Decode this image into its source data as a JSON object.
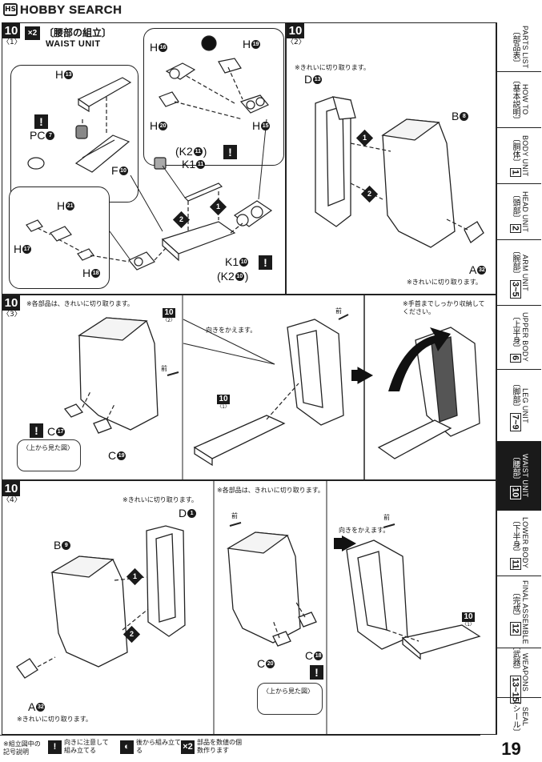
{
  "watermark": {
    "logo_mark": "HS",
    "text": "HOBBY SEARCH"
  },
  "steps": {
    "s1": {
      "number": "10",
      "sub": "〈1〉",
      "multiplier": "×2",
      "title_jp": "〔腰部の組立〕",
      "title_en": "WAIST UNIT",
      "parts": {
        "h13": {
          "letter": "H",
          "num": "13"
        },
        "pc7": {
          "letter": "PC",
          "num": "7"
        },
        "f10": {
          "letter": "F",
          "num": "10"
        },
        "h16": {
          "letter": "H",
          "num": "16"
        },
        "h19": {
          "letter": "H",
          "num": "19"
        },
        "h20": {
          "letter": "H",
          "num": "20"
        },
        "h15": {
          "letter": "H",
          "num": "15"
        },
        "k2_11": {
          "letter": "(K2",
          "num": "11",
          "close": ")"
        },
        "k1_11": {
          "letter": "K1",
          "num": "11"
        },
        "h21": {
          "letter": "H",
          "num": "21"
        },
        "h17": {
          "letter": "H",
          "num": "17"
        },
        "h18": {
          "letter": "H",
          "num": "18"
        },
        "k1_10": {
          "letter": "K1",
          "num": "10"
        },
        "k2_10": {
          "letter": "(K2",
          "num": "10",
          "close": ")"
        }
      },
      "arrows": [
        "1",
        "2"
      ],
      "warn": "!"
    },
    "s2": {
      "number": "10",
      "sub": "〈2〉",
      "note_top": "※きれいに切り取ります。",
      "note_bottom": "※きれいに切り取ります。",
      "parts": {
        "d13": {
          "letter": "D",
          "num": "13"
        },
        "b8": {
          "letter": "B",
          "num": "8"
        },
        "a32": {
          "letter": "A",
          "num": "32"
        }
      },
      "arrows": [
        "1",
        "2"
      ]
    },
    "s3": {
      "number": "10",
      "sub": "〈3〉",
      "note_top": "※各部品は、きれいに切り取ります。",
      "note_right": "※手首までしっかり収納してください。",
      "turn_note": "向きをかえます。",
      "front_label": "前",
      "ref_2": {
        "num": "10",
        "sub": "〈2〉"
      },
      "ref_1": {
        "num": "10",
        "sub": "〈1〉"
      },
      "parts": {
        "c17": {
          "letter": "C",
          "num": "17"
        },
        "c19": {
          "letter": "C",
          "num": "19"
        }
      },
      "top_view": "〈上から見た図〉"
    },
    "s4": {
      "number": "10",
      "sub": "〈4〉",
      "note_top": "※きれいに切り取ります。",
      "note_mid": "※各部品は、きれいに切り取ります。",
      "note_bottom": "※きれいに切り取ります。",
      "turn_note": "向きをかえます。",
      "front_label": "前",
      "ref_1": {
        "num": "10",
        "sub": "〈1〉"
      },
      "parts": {
        "d1": {
          "letter": "D",
          "num": "1"
        },
        "b9": {
          "letter": "B",
          "num": "9"
        },
        "a32": {
          "letter": "A",
          "num": "32"
        },
        "c20": {
          "letter": "C",
          "num": "20"
        },
        "c18": {
          "letter": "C",
          "num": "18"
        }
      },
      "top_view": "〈上から見た図〉"
    }
  },
  "sidebar": [
    {
      "jp": "〔部品表〕",
      "num": "",
      "en": "PARTS LIST",
      "active": false
    },
    {
      "jp": "〔基本説明〕",
      "num": "",
      "en": "HOW TO",
      "active": false
    },
    {
      "jp": "〔胴体〕",
      "num": "1",
      "en": "BODY UNIT",
      "active": false
    },
    {
      "jp": "〔頭部〕",
      "num": "2",
      "en": "HEAD UNIT",
      "active": false
    },
    {
      "jp": "〔腕部〕",
      "num": "3~5",
      "en": "ARM UNIT",
      "active": false
    },
    {
      "jp": "〔上半身〕",
      "num": "6",
      "en": "UPPER BODY",
      "active": false
    },
    {
      "jp": "〔脚部〕",
      "num": "7~9",
      "en": "LEG UNIT",
      "active": false
    },
    {
      "jp": "〔腰部〕",
      "num": "10",
      "en": "WAIST UNIT",
      "active": true
    },
    {
      "jp": "〔下半身〕",
      "num": "11",
      "en": "LOWER BODY",
      "active": false
    },
    {
      "jp": "〔完成〕",
      "num": "12",
      "en": "FINAL ASSEMBLE",
      "active": false
    },
    {
      "jp": "〔武器〕",
      "num": "13~15",
      "en": "WEAPONS",
      "active": false
    },
    {
      "jp": "〔シール〕",
      "num": "",
      "en": "SEAL",
      "active": false
    }
  ],
  "legend": {
    "title": "※組立図中の記号説明",
    "items": [
      {
        "icon": "!",
        "text": "向きに注意して組み立てる"
      },
      {
        "icon": "◐",
        "text": "後から組み立てる"
      },
      {
        "icon": "×2",
        "text": "部品を数値の個数作ります"
      }
    ]
  },
  "page_number": "19"
}
